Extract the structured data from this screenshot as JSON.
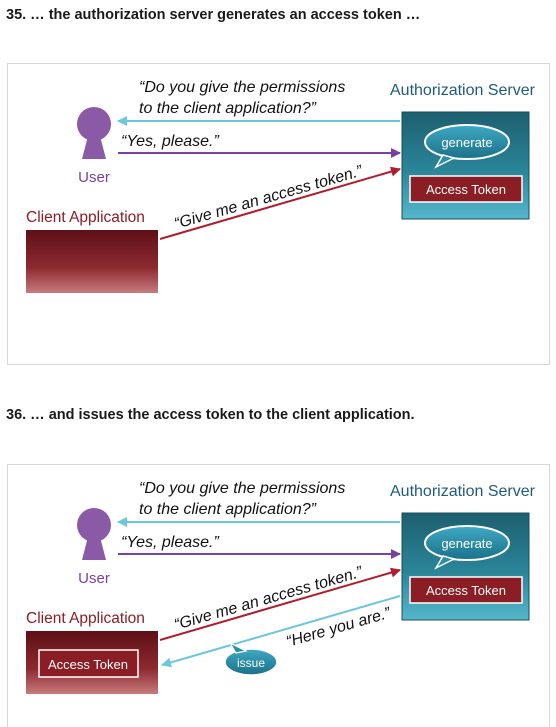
{
  "step35": {
    "heading": "35. … the authorization server generates an access token …",
    "question_line1": "“Do you give the permissions",
    "question_line2": "to the client application?”",
    "yes": "“Yes, please.”",
    "request": "“Give me an access token.”",
    "server_title": "Authorization Server",
    "generate": "generate",
    "access_token": "Access Token",
    "user": "User",
    "client": "Client Application"
  },
  "step36": {
    "heading": "36. … and issues the access token to the client application.",
    "question_line1": "“Do you give the permissions",
    "question_line2": "to the client application?”",
    "yes": "“Yes, please.”",
    "request": "“Give me an access token.”",
    "response": "“Here you are.”",
    "server_title": "Authorization Server",
    "generate": "generate",
    "access_token": "Access Token",
    "client_token": "Access Token",
    "issue": "issue",
    "user": "User",
    "client": "Client Application"
  },
  "colors": {
    "server": "#1f6f80",
    "token": "#8b1e24",
    "user": "#8a5aa6",
    "cyan_arrow": "#6cc6de",
    "purple_arrow": "#7a3fa0",
    "red_arrow": "#b01c2e",
    "text_blue": "#1f5a80"
  }
}
